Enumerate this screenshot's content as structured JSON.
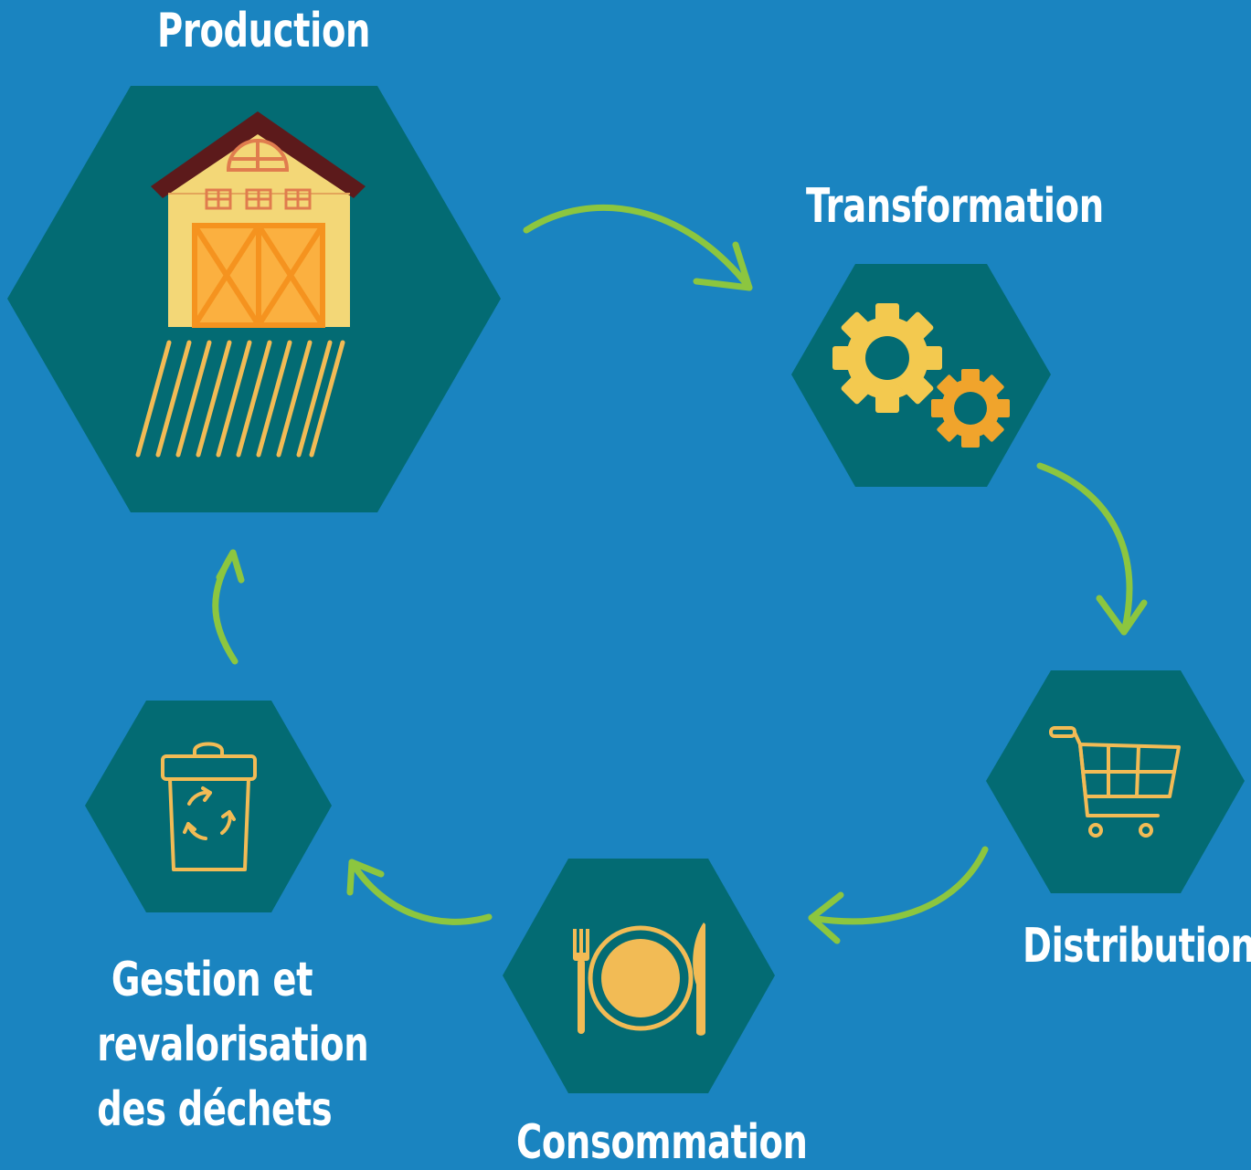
{
  "colors": {
    "background": "#1a84c0",
    "hexagon": "#036b73",
    "arrow": "#8cc63f",
    "icon_yellow": "#f2bb55",
    "icon_orange": "#f29a2e"
  },
  "stages": {
    "production": {
      "label": "Production",
      "icon": "barn-field-icon"
    },
    "transformation": {
      "label": "Transformation",
      "icon": "gears-icon"
    },
    "distribution": {
      "label": "Distribution",
      "icon": "shopping-cart-icon"
    },
    "consommation": {
      "label": "Consommation",
      "icon": "plate-fork-knife-icon"
    },
    "gestion": {
      "label_lines": [
        "Gestion et",
        "revalorisation",
        "des déchets"
      ],
      "icon": "recycle-bin-icon"
    }
  }
}
